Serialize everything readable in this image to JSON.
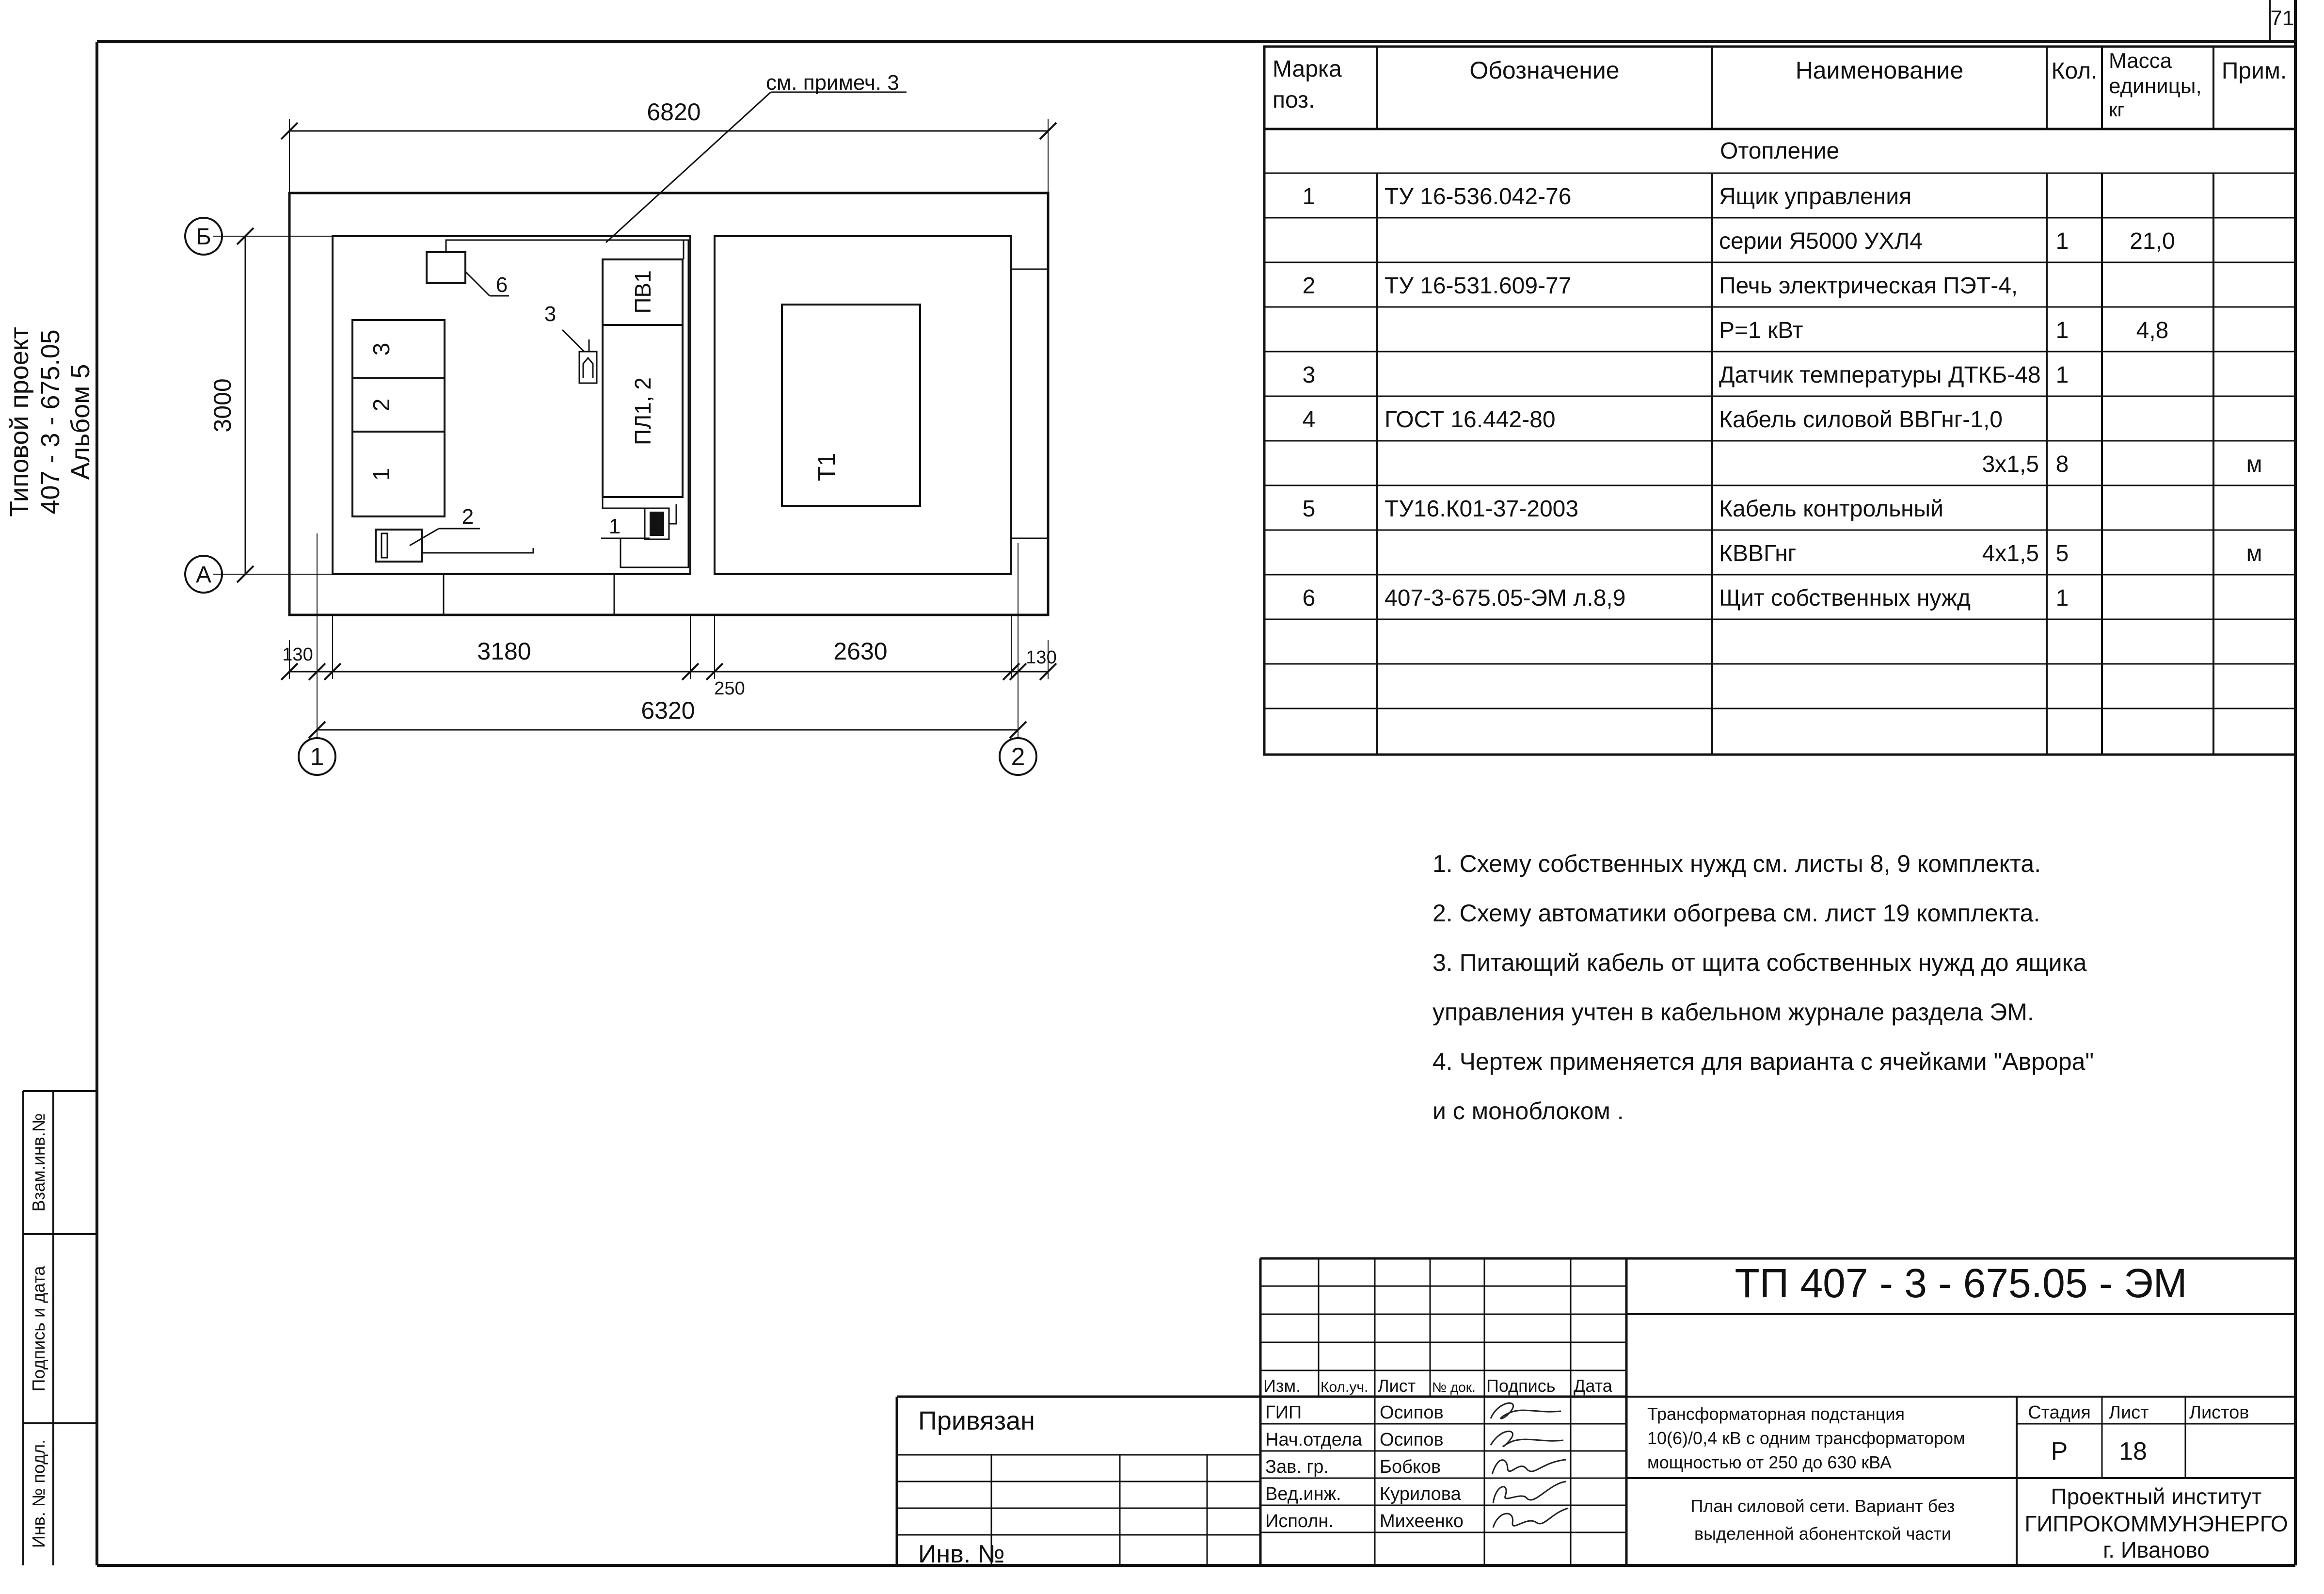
{
  "sheet_number": "71",
  "side_title": {
    "line1": "Типовой проект",
    "line2": "407 - 3 - 675.05",
    "line3": "Альбом 5"
  },
  "side_stamp": {
    "vzam": "Взам.инв.№",
    "podpis": "Подпись и дата",
    "inv": "Инв. № подл."
  },
  "plan": {
    "note_ref": "см. примеч. 3",
    "dim_overall_top": "6820",
    "dim_height": "3000",
    "dim_left_room": "3180",
    "dim_right_room": "2630",
    "dim_wall_left": "130",
    "dim_wall_right": "130",
    "dim_gap": "250",
    "dim_overall_bottom": "6320",
    "axis_b": "Б",
    "axis_a": "А",
    "axis_1": "1",
    "axis_2": "2",
    "cells": [
      "3",
      "2",
      "1"
    ],
    "panel_pv1": "ПВ1",
    "panel_pl12": "ПЛ1, 2",
    "transformer": "Т1",
    "callouts": [
      "6",
      "3",
      "2",
      "1"
    ]
  },
  "spec": {
    "headers": {
      "pos": "Марка поз.",
      "desig": "Обозначение",
      "name": "Наименование",
      "qty": "Кол.",
      "mass_l1": "Масса",
      "mass_l2": "единицы,",
      "mass_l3": "кг",
      "note": "Прим.",
      "pos_l1": "Марка",
      "pos_l2": "поз."
    },
    "section": "Отопление",
    "rows": [
      {
        "pos": "1",
        "desig": "ТУ 16-536.042-76",
        "name": "Ящик управления",
        "qty": "",
        "mass": "",
        "note": ""
      },
      {
        "pos": "",
        "desig": "",
        "name": "серии Я5000  УХЛ4",
        "qty": "1",
        "mass": "21,0",
        "note": ""
      },
      {
        "pos": "2",
        "desig": "ТУ 16-531.609-77",
        "name": "Печь электрическая ПЭТ-4,",
        "qty": "",
        "mass": "",
        "note": ""
      },
      {
        "pos": "",
        "desig": "",
        "name": "Р=1 кВт",
        "qty": "1",
        "mass": "4,8",
        "note": ""
      },
      {
        "pos": "3",
        "desig": "",
        "name": "Датчик температуры ДТКБ-48",
        "qty": "1",
        "mass": "",
        "note": ""
      },
      {
        "pos": "4",
        "desig": "ГОСТ 16.442-80",
        "name": "Кабель силовой ВВГнг-1,0",
        "qty": "",
        "mass": "",
        "note": ""
      },
      {
        "pos": "",
        "desig": "",
        "name_right": "3х1,5",
        "qty": "8",
        "mass": "",
        "note": "м"
      },
      {
        "pos": "5",
        "desig": "ТУ16.К01-37-2003",
        "name": "Кабель контрольный",
        "qty": "",
        "mass": "",
        "note": ""
      },
      {
        "pos": "",
        "desig": "",
        "name": " КВВГнг",
        "name_right": "4х1,5",
        "qty": "5",
        "mass": "",
        "note": "м"
      },
      {
        "pos": "6",
        "desig": "407-3-675.05-ЭМ л.8,9",
        "name": " Щит собственных нужд",
        "qty": "1",
        "mass": "",
        "note": ""
      }
    ]
  },
  "notes": [
    "1. Схему собственных нужд см. листы  8, 9  комплекта.",
    "2. Схему автоматики обогрева см. лист 19 комплекта.",
    "3. Питающий кабель от щита собственных нужд до ящика",
    "управления учтен в кабельном журнале раздела ЭМ.",
    "4. Чертеж применяется для варианта с ячейками \"Аврора\"",
    "и с моноблоком ."
  ],
  "title_block": {
    "code": "ТП  407 - 3 - 675.05 - ЭМ",
    "col_headers": [
      "Изм.",
      "Кол.уч.",
      "Лист",
      "№ док.",
      "Подпись",
      "Дата"
    ],
    "roles": [
      "ГИП",
      "Нач.отдела",
      "Зав. гр.",
      "Вед.инж.",
      "Исполн."
    ],
    "names": [
      "Осипов",
      "Осипов",
      "Бобков",
      "Курилова",
      "Михеенко"
    ],
    "object_lines": [
      "Трансформаторная подстанция",
      "10(6)/0,4 кВ с одним трансформатором",
      "мощностью от 250 до 630 кВА"
    ],
    "sheet_title_lines": [
      "План силовой сети. Вариант без",
      "выделенной абонентской части"
    ],
    "stage_label": "Стадия",
    "sheet_label": "Лист",
    "sheets_label": "Листов",
    "stage": "Р",
    "sheet": "18",
    "sheets": "",
    "org_lines": [
      "Проектный институт",
      "ГИПРОКОММУНЭНЕРГО",
      "г. Иваново"
    ],
    "privyazan": "Привязан",
    "inv": "Инв. №"
  }
}
